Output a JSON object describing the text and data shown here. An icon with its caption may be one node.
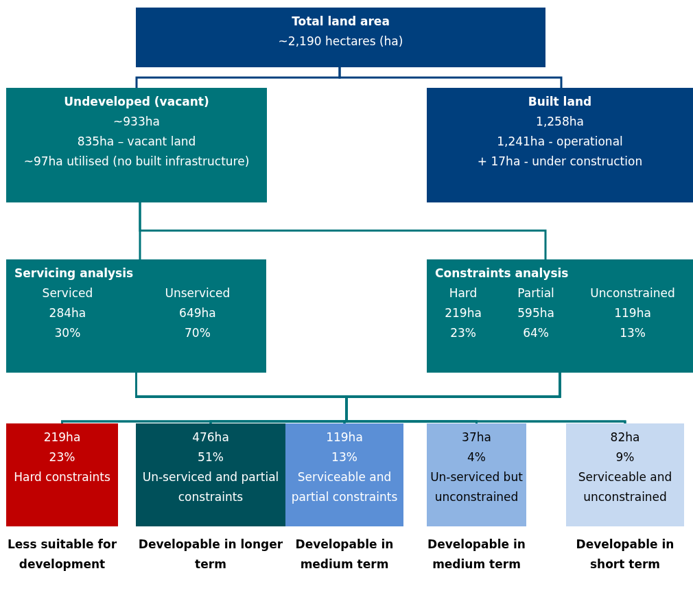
{
  "diagram": {
    "nodes": [
      {
        "text": [
          "Total land area",
          "~2,190 hectares (ha)"
        ]
      },
      {
        "text": [
          "Undeveloped (vacant)",
          "~933ha",
          "835ha – vacant land",
          "~97ha utilised (no built infrastructure)"
        ]
      },
      {
        "text": [
          "Built land",
          "1,258ha",
          "1,241ha - operational",
          "+ 17ha - under construction"
        ]
      },
      {
        "text": [
          "Servicing analysis",
          "Serviced",
          "284ha",
          "30%",
          "Unserviced",
          "649ha",
          "70%"
        ]
      },
      {
        "text": [
          "Constraints analysis",
          "Hard",
          "219ha",
          "23%",
          "Partial",
          "595ha",
          "64%",
          "Unconstrained",
          "119ha",
          "13%"
        ]
      },
      {
        "text": [
          "219ha",
          "23%",
          "Hard constraints"
        ],
        "beside": [
          "Less suitable for development"
        ]
      },
      {
        "text": [
          "476ha",
          "51%",
          "Un-serviced and partial constraints"
        ],
        "beside": [
          "Developable in longer term"
        ]
      },
      {
        "text": [
          "119ha",
          "13%",
          "Serviceable and partial constraints"
        ],
        "beside": [
          "Developable in medium term"
        ]
      },
      {
        "text": [
          "37ha",
          "4%",
          "Un-serviced but unconstrained"
        ],
        "beside": [
          "Developable in medium term"
        ]
      },
      {
        "text": [
          "82ha",
          "9%",
          "Serviceable and unconstrained"
        ],
        "beside": [
          "Developable in short term"
        ]
      }
    ],
    "edges": [
      {
        "from": 0,
        "to": 1,
        "arrow": "none",
        "color": "#003f7d"
      },
      {
        "from": 0,
        "to": 2,
        "arrow": "none",
        "color": "#003f7d"
      },
      {
        "from": 1,
        "to": 3,
        "arrow": "none"
      },
      {
        "from": 1,
        "to": 4,
        "arrow": "none"
      },
      {
        "from": 3,
        "to": 5,
        "arrow": "none"
      },
      {
        "from": 3,
        "to": 6,
        "arrow": "none"
      },
      {
        "from": 3,
        "to": 7,
        "arrow": "none"
      },
      {
        "from": 3,
        "to": 8,
        "arrow": "none"
      },
      {
        "from": 3,
        "to": 9,
        "arrow": "none"
      },
      {
        "from": 4,
        "to": 5,
        "arrow": "none"
      },
      {
        "from": 4,
        "to": 6,
        "arrow": "none"
      },
      {
        "from": 4,
        "to": 7,
        "arrow": "none"
      },
      {
        "from": 4,
        "to": 8,
        "arrow": "none"
      },
      {
        "from": 4,
        "to": 9,
        "arrow": "none"
      }
    ]
  }
}
